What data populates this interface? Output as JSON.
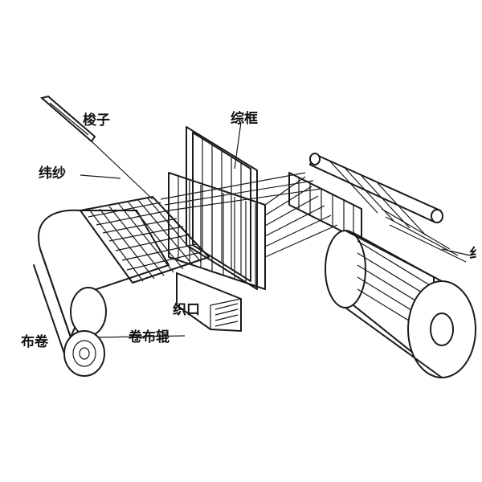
{
  "labels": {
    "shuttle": "梭子",
    "heddle_frame": "综框",
    "weft_yarn": "纬纱",
    "fell": "织口",
    "cloth_roll": "布卷",
    "cloth_roller": "卷布辊",
    "warp_cut": "纟"
  }
}
